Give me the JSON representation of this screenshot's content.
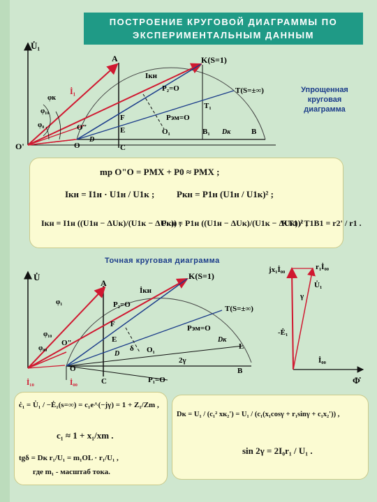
{
  "title": {
    "line1": "ПОСТРОЕНИЕ КРУГОВОЙ ДИАГРАММЫ ПО",
    "line2": "ЭКСПЕРИМЕНТАЛЬНЫМ ДАННЫМ"
  },
  "diagram1": {
    "caption": [
      "Упрощенная",
      "круговая",
      "диаграмма"
    ],
    "labels": {
      "U1": "U̇₁",
      "A": "A",
      "K": "K(S=1)",
      "T": "T(S=±∞)",
      "T1": "T₁",
      "Ikn": "Iкн",
      "P2": "P₂=O",
      "Pem": "Pэм=O",
      "I1": "İ₁",
      "phik": "φк",
      "phi10": "φ₁₀",
      "phi0": "φ₀",
      "O2": "O\"",
      "Oprime": "O'",
      "O": "O",
      "D": "D",
      "C": "C",
      "E": "E",
      "F": "F",
      "O1": "O₁",
      "B1": "B₁",
      "Dk": "Dк",
      "B": "B"
    }
  },
  "formulas1": {
    "f1": "mp O\"O = PMX + P0 ≈ PMX ;",
    "f2a": "Iкн = I1н · U1н / U1к ;",
    "f2b": "Pкн = P1н (U1н / U1к)² ;",
    "f3a": "Iкн = I1н ((U1н − ΔUк)/(U1к − ΔUк)) ;",
    "f3b": "Pкн = P1н ((U1н − ΔUк)/(U1к − ΔUк))² ;",
    "f3c": "KT1 / T1B1 = r2' / r1 ."
  },
  "diagram2": {
    "subtitle": "Точная круговая диаграмма",
    "labels": {
      "U": "U̇",
      "A": "A",
      "K": "K(S=1)",
      "T": "T(S=±∞)",
      "Ikn": "İкн",
      "P2": "P₂=O",
      "Pem": "Pэм=O",
      "phi1": "φ₁",
      "phi10": "φ₁₀",
      "phi00": "φ₀₀",
      "O2": "O\"",
      "F": "F",
      "E": "E",
      "D": "D",
      "delta": "δ",
      "O1": "O₁",
      "Dk": "Dк",
      "L": "L",
      "gamma2": "2γ",
      "O": "O",
      "B": "B",
      "C": "C",
      "P1": "P₁=O",
      "I10": "İ₁₀",
      "I00": "İ₀₀"
    }
  },
  "phasor": {
    "jx1I00": "jx₁İ₀₀",
    "r1I00": "r₁İ₀₀",
    "U1": "U̇₁",
    "gamma": "γ",
    "E1": "-Ė₁",
    "I00": "İ₀₀",
    "Phi": "Φ̇"
  },
  "formulas2": {
    "c1": "ċ₁ = U̇₁ / −Ė₁(s=∞) = c₁e^(−jγ) = 1 + Z₁/Zm ,",
    "c1approx": "c₁ ≈ 1 + x₁/xm .",
    "tg": "tgδ = Dк r₁/U₁ = m₁OL · r₁/U₁ ,",
    "where": "где m₁ - масштаб тока."
  },
  "formulas3": {
    "Dk": "Dк = U₁ / (c₁² xк₂') = U₁ / (c₁(x₁cosγ + r₁sinγ + c₁x₂')) ,",
    "sin2g": "sin 2γ = 2I₀r₁ / U₁ ."
  }
}
